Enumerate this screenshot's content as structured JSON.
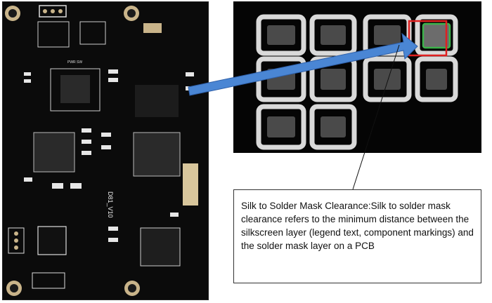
{
  "board": {
    "silkscreen_label_1": "D81_V10",
    "silkscreen_label_2": "PWR SW"
  },
  "zoom": {
    "highlight_color": "#e02020",
    "pad_outline_color": "#3cb34a"
  },
  "callout": {
    "text": "Silk to Solder Mask Clearance:Silk to solder mask clearance refers to the minimum distance between the silkscreen layer (legend text, component markings) and the solder mask layer on a PCB"
  },
  "arrow": {
    "color": "#4a86d4"
  }
}
